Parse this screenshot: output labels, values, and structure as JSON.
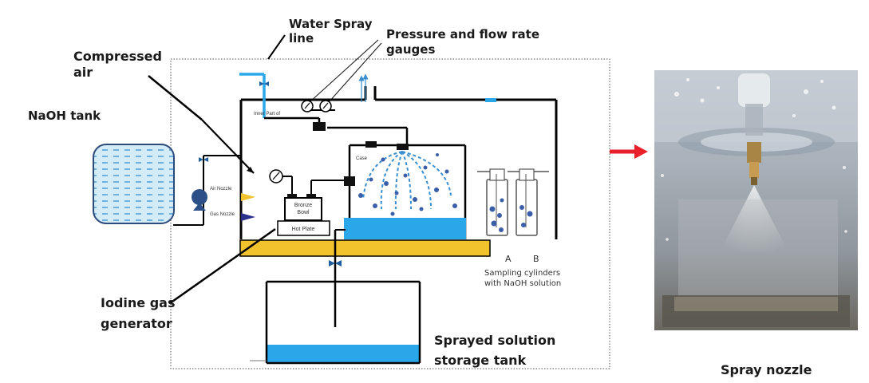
{
  "labels": {
    "water_spray_line": [
      "Water Spray",
      "line"
    ],
    "pressure_gauges": [
      "Pressure  and flow rate",
      "gauges"
    ],
    "compressed_air": [
      "Compressed",
      "air"
    ],
    "naoh_tank": "NaOH tank",
    "iodine_gas_generator": [
      "Iodine gas",
      "generator"
    ],
    "sprayed_solution_tank": [
      "Sprayed solution",
      "storage tank"
    ],
    "sampling_cylinders": [
      "Sampling cylinders",
      "with NaOH solution"
    ],
    "cylinder_a": "A",
    "cylinder_b": "B",
    "spray_nozzle_caption": "Spray nozzle"
  },
  "small_labels": {
    "inner_part": "Inner Part of",
    "air_nozzle": "Air Nozzle",
    "gas_nozzle": "Gas Nozzle",
    "bronze_bowl": [
      "Bronze",
      "Bowl"
    ],
    "hot_plate": "Hot Plate",
    "case": "Case"
  },
  "colors": {
    "water": "#2aa7e8",
    "spray": "#3a8fd0",
    "droplet": "#3a5fa8",
    "table": "#f2c32c",
    "arrow_red": "#e8202a",
    "tank_fill": "#d4ecf7",
    "valve": "#1f5f9f"
  }
}
